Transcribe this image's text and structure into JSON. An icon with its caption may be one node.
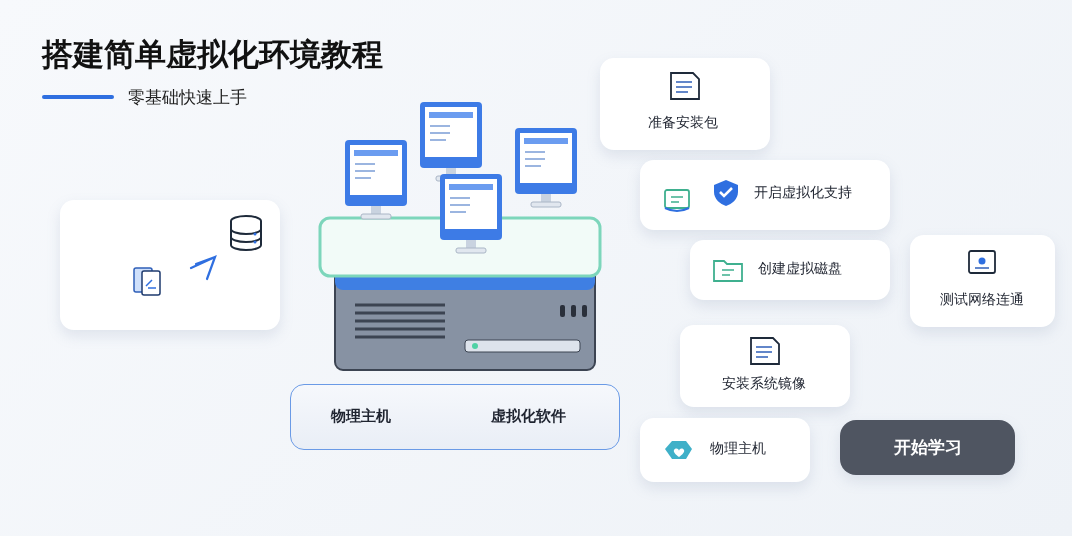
{
  "diagram": {
    "title": "搭建简单虚拟化环境教程",
    "nodes": [
      {
        "text": [],
        "shape": "box"
      },
      {
        "text": [
          "物理主机",
          "虚拟化软件"
        ]
      },
      {
        "text": [
          "准备安装包"
        ]
      },
      {
        "text": [
          "开启虚拟化支持"
        ]
      },
      {
        "text": [
          "创建虚拟磁盘"
        ]
      },
      {
        "text": [
          "测试网络连通"
        ]
      },
      {
        "text": [
          "安装系统镜像"
        ]
      },
      {
        "text": [
          "物理主机"
        ]
      },
      {
        "text": [
          "开始学习"
        ]
      }
    ],
    "labels": [
      "零基础快速上手"
    ]
  }
}
